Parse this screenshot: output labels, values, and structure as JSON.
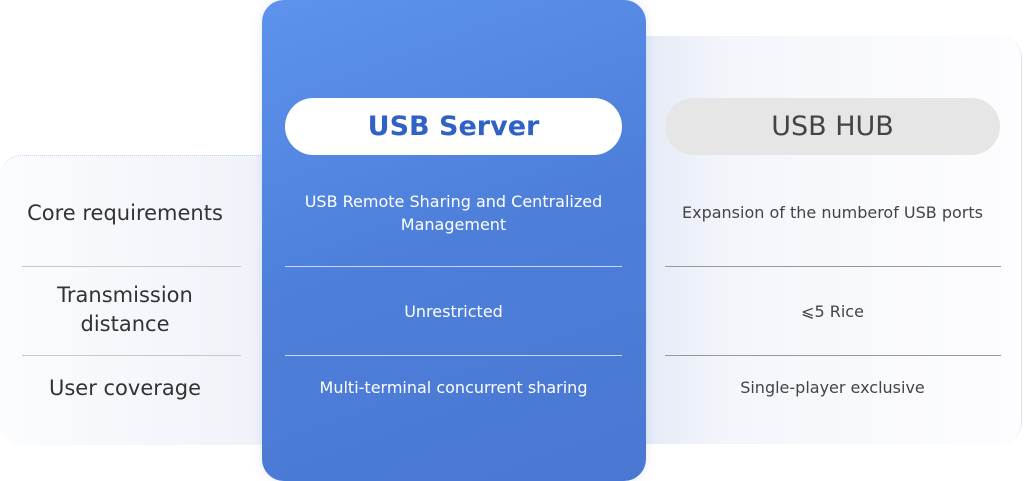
{
  "columns": {
    "server": "USB Server",
    "hub": "USB HUB"
  },
  "rows": [
    {
      "label": "Core requirements",
      "server": "USB Remote Sharing and Centralized Management",
      "hub": "Expansion of the numberof USB ports"
    },
    {
      "label": "Transmission distance",
      "server": "Unrestricted",
      "hub": "⩽5  Rice"
    },
    {
      "label": "User coverage",
      "server": "Multi-terminal concurrent sharing",
      "hub": "Single-player exclusive"
    }
  ],
  "colors": {
    "accent": "#4d7fda",
    "pill_text": "#2f62c4"
  }
}
